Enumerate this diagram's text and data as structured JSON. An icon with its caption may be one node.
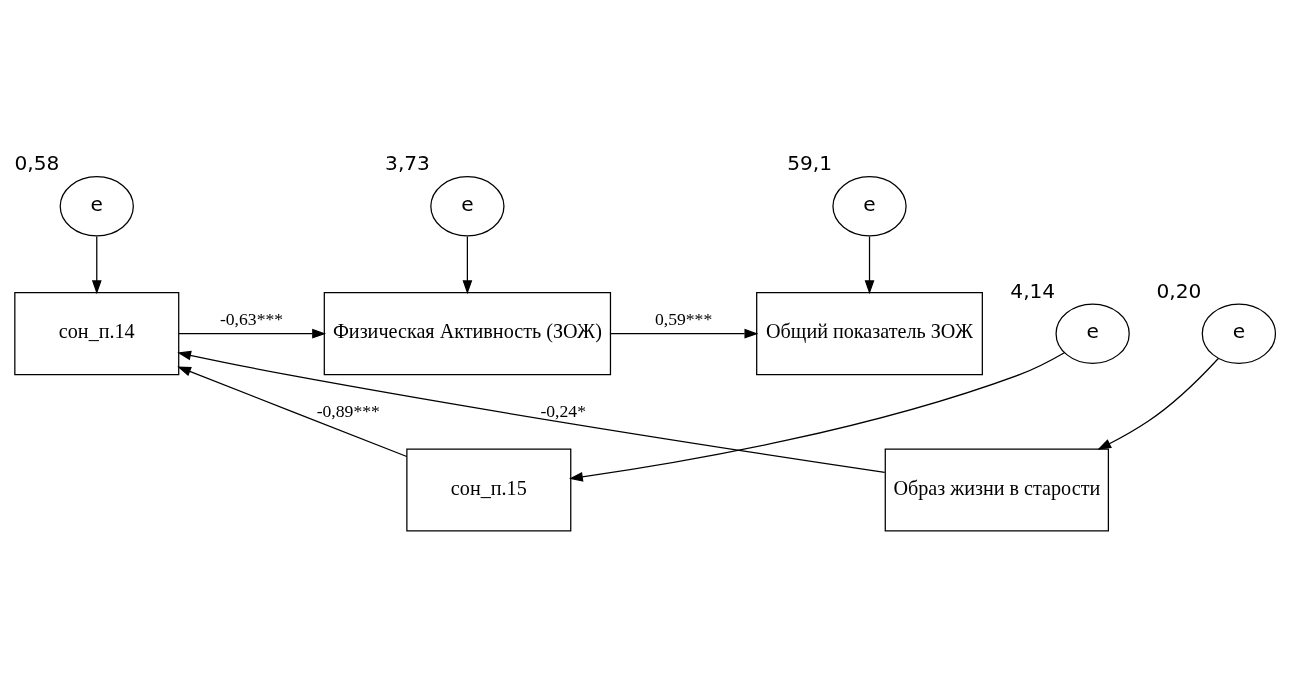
{
  "diagram": {
    "nodes": [
      {
        "text": [
          "e"
        ],
        "beside": [
          "0,58"
        ]
      },
      {
        "text": [
          "e"
        ],
        "beside": [
          "3,73"
        ]
      },
      {
        "text": [
          "e"
        ],
        "beside": [
          "59,1"
        ]
      },
      {
        "text": [
          "сон_п.14"
        ]
      },
      {
        "text": [
          "Физическая Активность (ЗОЖ)"
        ]
      },
      {
        "text": [
          "Общий показатель ЗОЖ"
        ]
      },
      {
        "text": [
          "e"
        ],
        "beside": [
          "4,14"
        ]
      },
      {
        "text": [
          "e"
        ],
        "beside": [
          "0,20"
        ]
      },
      {
        "text": [
          "сон_п.15"
        ]
      },
      {
        "text": [
          "Образ жизни в старости"
        ]
      }
    ],
    "edges": [
      {
        "from": 0,
        "to": 3,
        "arrow": "to"
      },
      {
        "from": 1,
        "to": 4,
        "arrow": "to"
      },
      {
        "from": 2,
        "to": 5,
        "arrow": "to"
      },
      {
        "from": 3,
        "to": 4,
        "arrow": "to",
        "label": "-0,63***"
      },
      {
        "from": 4,
        "to": 5,
        "arrow": "to",
        "label": "0,59***"
      },
      {
        "from": 9,
        "to": 3,
        "arrow": "to",
        "label": "-0,24*"
      },
      {
        "from": 6,
        "to": 8,
        "arrow": "to"
      },
      {
        "from": 8,
        "to": 3,
        "arrow": "to",
        "label": "-0,89***"
      },
      {
        "from": 7,
        "to": 9,
        "arrow": "to"
      }
    ]
  }
}
